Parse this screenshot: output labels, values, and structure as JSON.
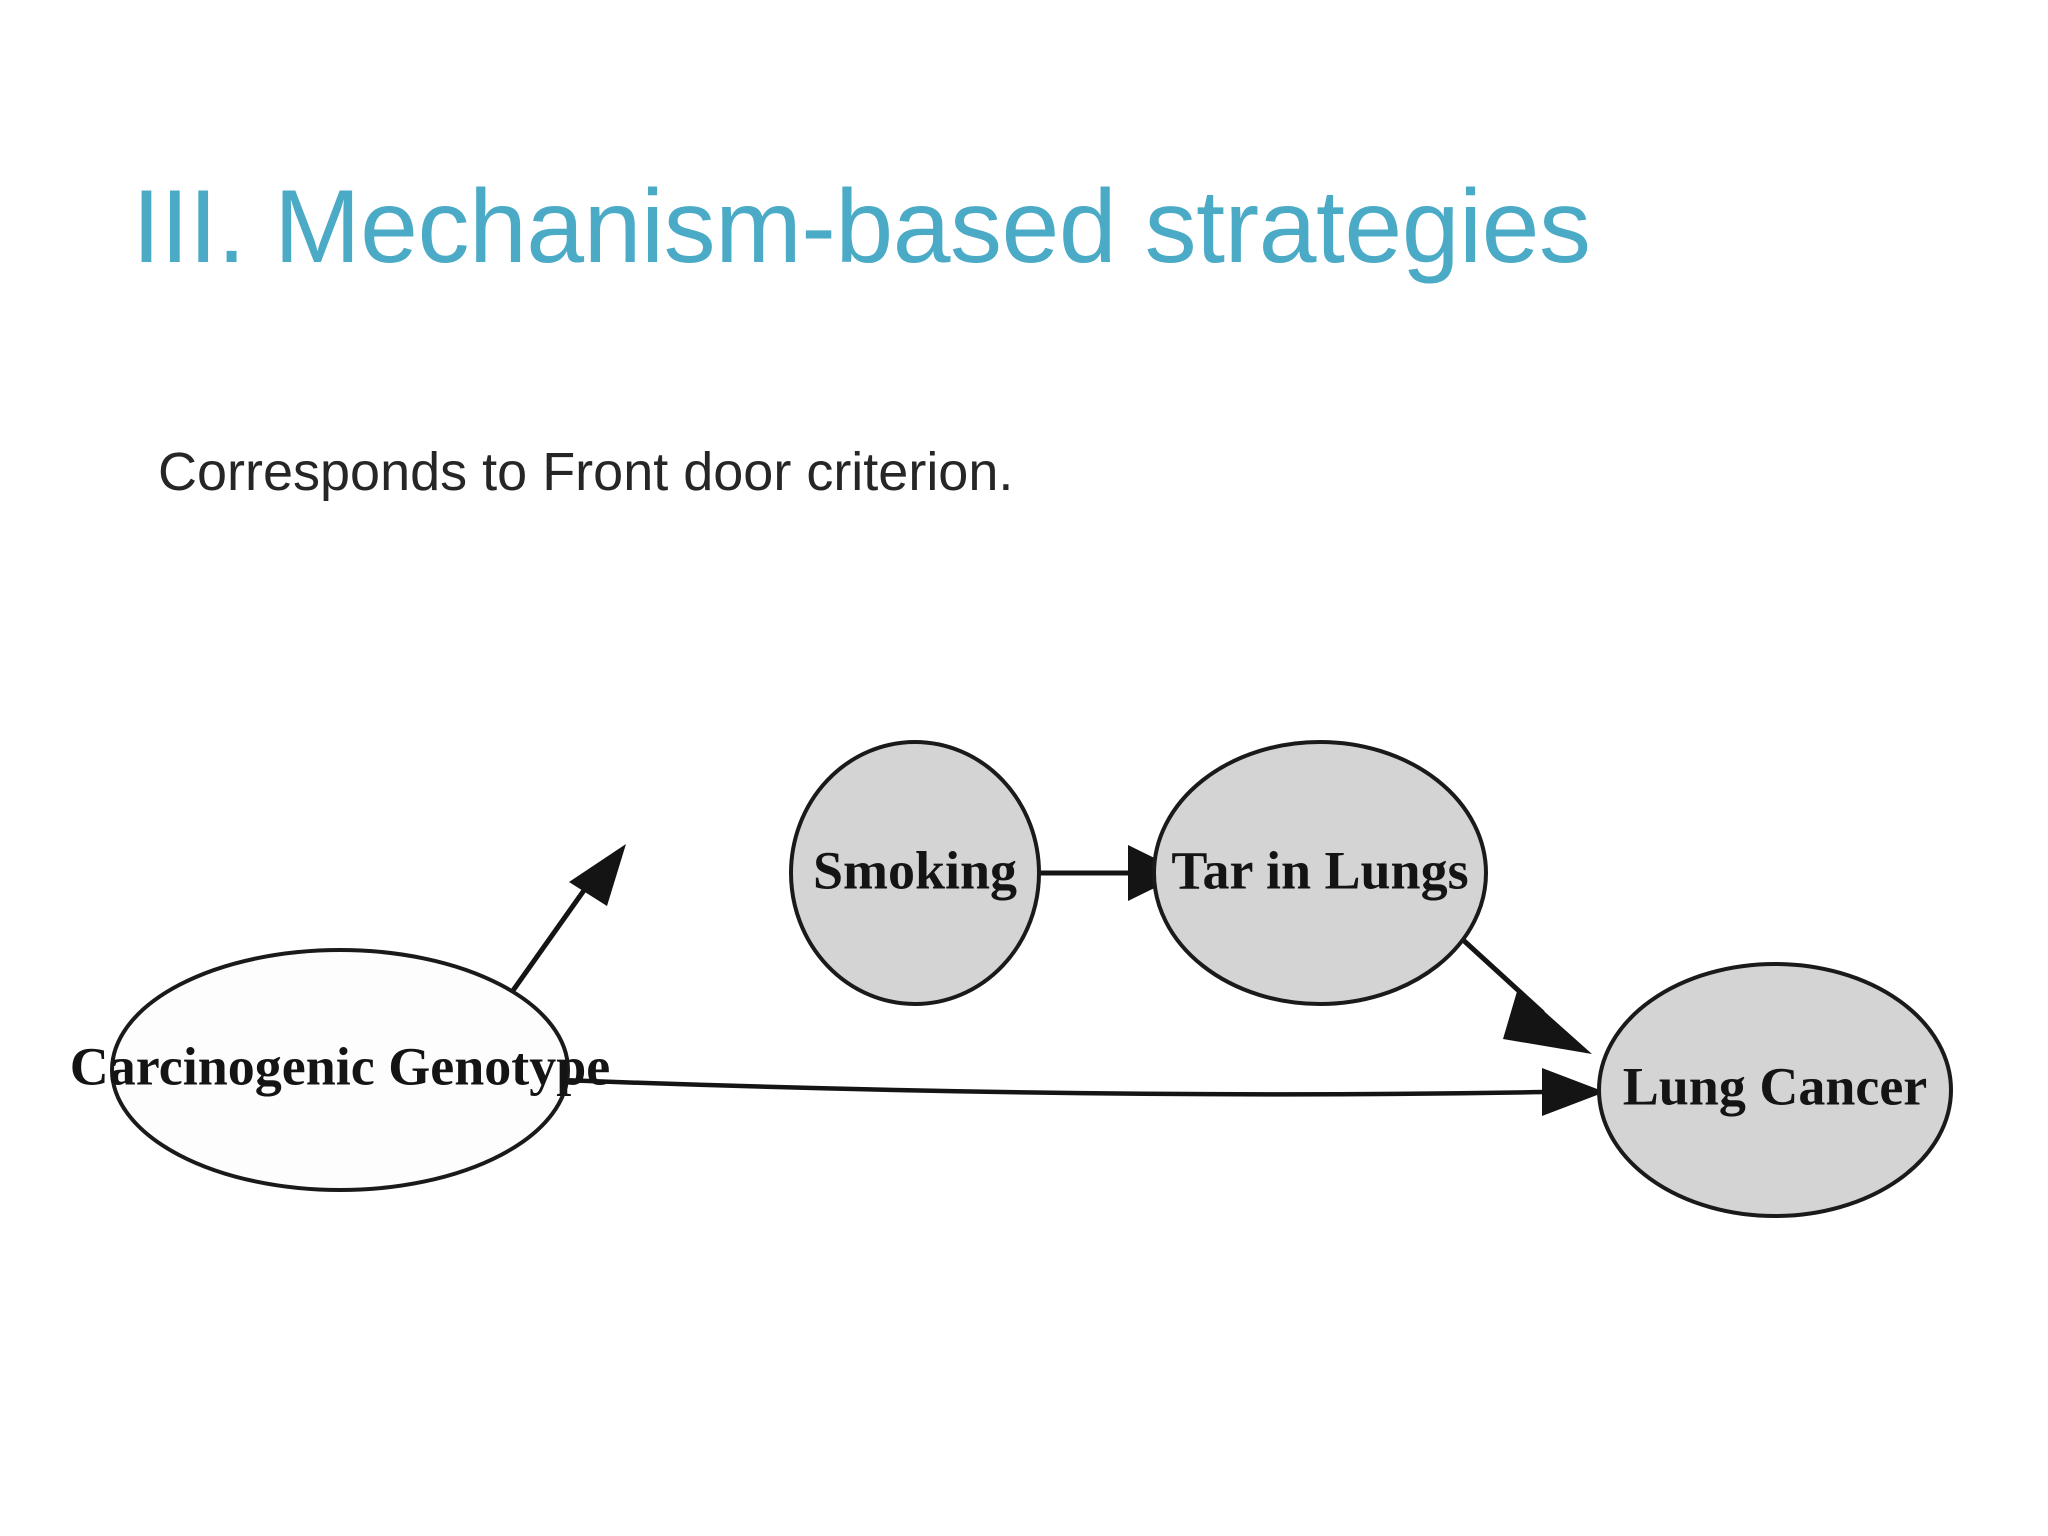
{
  "slide": {
    "title": "III. Mechanism-based strategies",
    "subtitle": "Corresponds to Front door criterion.",
    "title_color": "#4BABC6",
    "subtitle_color": "#262626",
    "background_color": "#FFFFFF"
  },
  "diagram": {
    "type": "causal-dag",
    "node_fill_shaded": "#D4D4D4",
    "node_fill_open": "#FDFDFD",
    "node_stroke": "#141414",
    "nodes": [
      {
        "id": "genotype",
        "label": "Carcinogenic Genotype",
        "shape": "ellipse",
        "shaded": false
      },
      {
        "id": "smoking",
        "label": "Smoking",
        "shape": "ellipse",
        "shaded": true
      },
      {
        "id": "tar",
        "label": "Tar in Lungs",
        "shape": "ellipse",
        "shaded": true
      },
      {
        "id": "cancer",
        "label": "Lung Cancer",
        "shape": "ellipse",
        "shaded": true
      }
    ],
    "edges": [
      {
        "id": "e1",
        "from": "genotype",
        "to": "smoking",
        "style": "solid",
        "arrow": "single"
      },
      {
        "id": "e2",
        "from": "smoking",
        "to": "tar",
        "style": "solid",
        "arrow": "single"
      },
      {
        "id": "e3",
        "from": "tar",
        "to": "cancer",
        "style": "solid",
        "arrow": "single"
      },
      {
        "id": "e4",
        "from": "genotype",
        "to": "cancer",
        "style": "solid",
        "arrow": "single"
      }
    ]
  }
}
